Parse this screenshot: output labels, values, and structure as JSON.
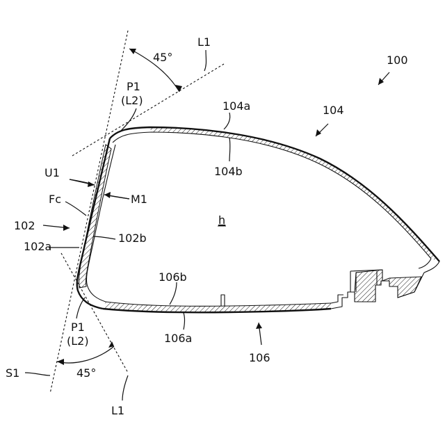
{
  "labels": {
    "ref_100": "100",
    "ref_104": "104",
    "ref_104a": "104a",
    "ref_104b": "104b",
    "ref_102": "102",
    "ref_102a": "102a",
    "ref_102b": "102b",
    "ref_106": "106",
    "ref_106a": "106a",
    "ref_106b": "106b",
    "ref_L1_top": "L1",
    "ref_L1_bottom": "L1",
    "angle_top": "45°",
    "angle_bottom": "45°",
    "ref_P1_top": "P1",
    "ref_L2_top": "(L2)",
    "ref_P1_bottom": "P1",
    "ref_L2_bottom": "(L2)",
    "ref_U1": "U1",
    "ref_M1": "M1",
    "ref_Fc": "Fc",
    "ref_h": "h",
    "ref_S1": "S1"
  }
}
